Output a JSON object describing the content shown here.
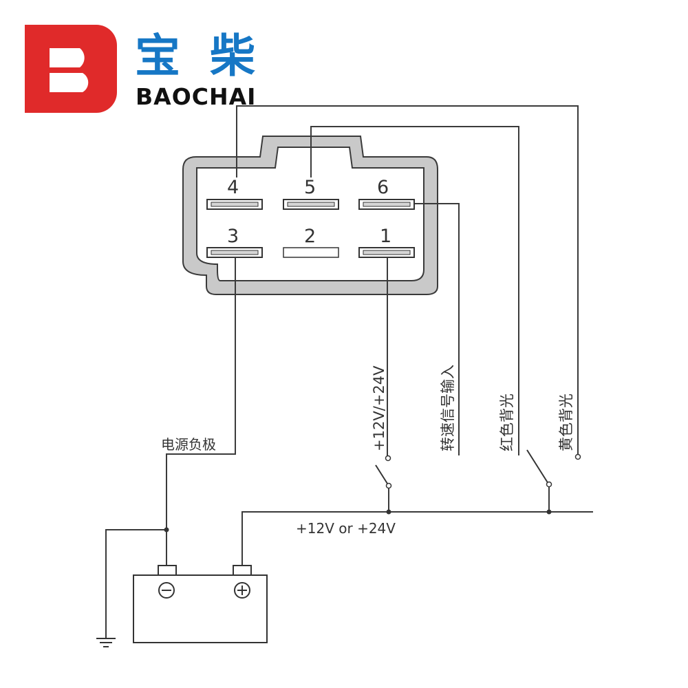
{
  "brand": {
    "name_cn": "宝 柴",
    "name_en": "BAOCHAI",
    "colors": {
      "red": "#e02a2a",
      "blue": "#1677c5"
    }
  },
  "connector": {
    "pins": [
      {
        "id": "pin-4",
        "number": "4"
      },
      {
        "id": "pin-5",
        "number": "5"
      },
      {
        "id": "pin-6",
        "number": "6"
      },
      {
        "id": "pin-3",
        "number": "3"
      },
      {
        "id": "pin-2",
        "number": "2"
      },
      {
        "id": "pin-1",
        "number": "1"
      }
    ]
  },
  "labels": {
    "power_negative": "电源负极",
    "supply_voltage": "+12V/+24V",
    "speed_signal_input": "转速信号输入",
    "red_backlight": "红色背光",
    "yellow_backlight": "黄色背光",
    "supply_bus": "+12V or +24V"
  },
  "battery": {
    "negative_symbol": "minus-circle-icon",
    "positive_symbol": "plus-circle-icon"
  }
}
